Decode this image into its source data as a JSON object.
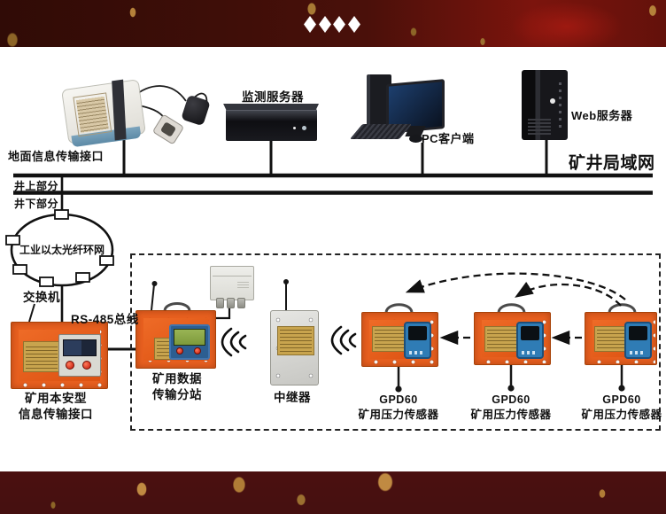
{
  "surface": {
    "ground_interface_label": "地面信息传输接口",
    "monitor_server_label": "监测服务器",
    "pc_client_label": "PC客户端",
    "web_server_label": "Web服务器",
    "mine_lan_label": "矿井局域网",
    "surface_section_label": "井上部分",
    "underground_section_label": "井下部分"
  },
  "underground": {
    "fiber_ring_label": "工业以太光纤环网",
    "switch_label": "交换机",
    "rs485_label": "RS-485总线",
    "intrinsic_interface_label": [
      "矿用本安型",
      "信息传输接口"
    ],
    "substation_label": [
      "矿用数据",
      "传输分站"
    ],
    "repeater_label": "中继器",
    "sensors": [
      {
        "model": "GPD60",
        "type": "矿用压力传感器"
      },
      {
        "model": "GPD60",
        "type": "矿用压力传感器"
      },
      {
        "model": "GPD60",
        "type": "矿用压力传感器"
      }
    ]
  },
  "colors": {
    "banner_red": "#4a100a",
    "banner_bottom": "#4b1010",
    "device_orange": "#e8601f",
    "brass_plate": "#c8a44e",
    "line_black": "#111111",
    "diamond_white": "#ffffff"
  }
}
